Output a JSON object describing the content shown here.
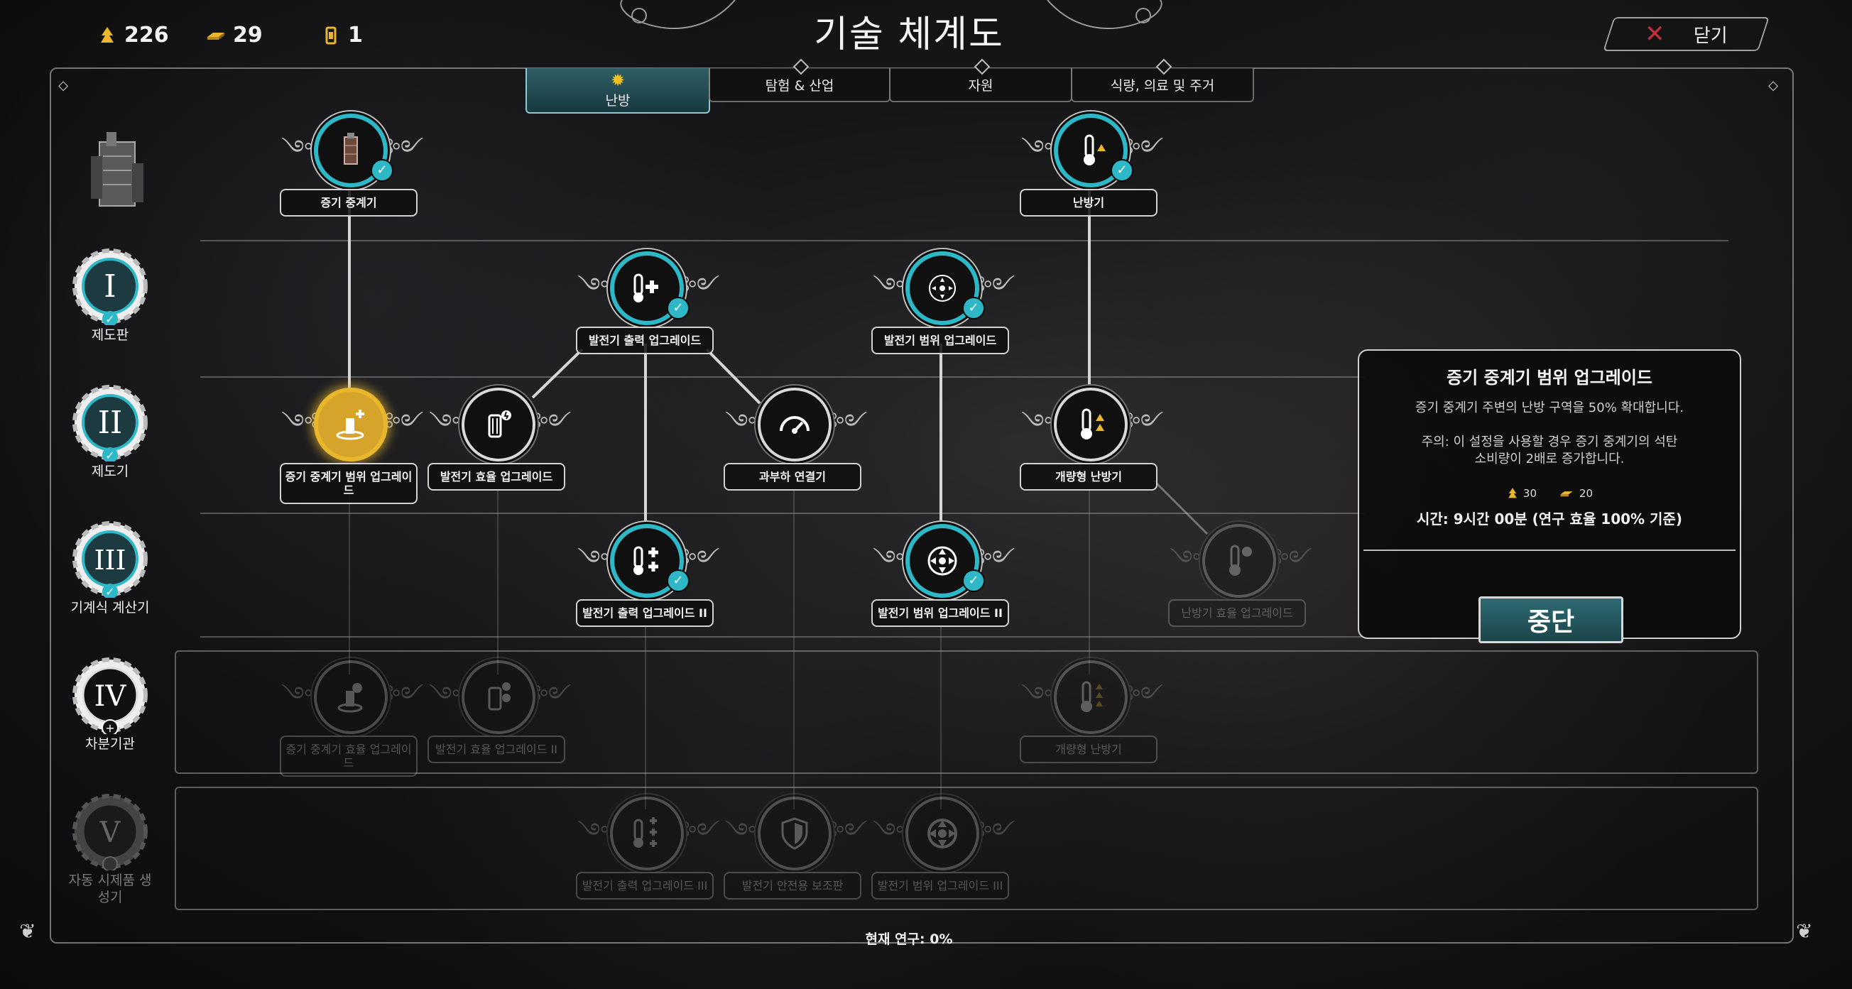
{
  "resources": [
    {
      "icon": "wood-icon",
      "value": "226"
    },
    {
      "icon": "steel-icon",
      "value": "29"
    },
    {
      "icon": "steam-core-icon",
      "value": "1"
    }
  ],
  "title": "기술 체계도",
  "close_label": "닫기",
  "tabs": [
    "난방",
    "탐험 & 산업",
    "자원",
    "식량, 의료 및 주거"
  ],
  "tiers": [
    {
      "numeral": "I",
      "label": "제도판"
    },
    {
      "numeral": "II",
      "label": "제도기"
    },
    {
      "numeral": "III",
      "label": "기계식 계산기"
    },
    {
      "numeral": "IV",
      "label": "차분기관"
    },
    {
      "numeral": "V",
      "label": "자동 시제품 생성기"
    }
  ],
  "nodes": {
    "steam_hub": "증기 중계기",
    "heater": "난방기",
    "gen_power": "발전기 출력 업그레이드",
    "gen_range": "발전기 범위 업그레이드",
    "hub_range": "증기 중계기 범위 업그레이드",
    "gen_eff": "발전기 효율 업그레이드",
    "overdrive": "과부하 연결기",
    "improved_heater": "개량형 난방기",
    "gen_power2": "발전기 출력 업그레이드 II",
    "gen_range2": "발전기 범위 업그레이드 II",
    "heater_eff": "난방기 효율 업그레이드",
    "hub_eff": "증기 중계기 효율 업그레이드",
    "gen_eff2": "발전기 효율 업그레이드 II",
    "improved_heater2": "개량형 난방기",
    "gen_power3": "발전기 출력 업그레이드 III",
    "gen_safety": "발전기 안전용 보조판",
    "gen_range3": "발전기 범위 업그레이드 III"
  },
  "info": {
    "title": "증기 중계기 범위 업그레이드",
    "desc1": "증기 중계기 주변의 난방 구역을 50% 확대합니다.",
    "desc2": "주의: 이 설정을 사용할 경우 증기 중계기의 석탄",
    "desc3": "소비량이 2배로 증가합니다.",
    "cost_wood": "30",
    "cost_steel": "20",
    "time": "시간: 9시간 00분 (연구 효율 100% 기준)",
    "button": "중단"
  },
  "status": "현재 연구: 0%",
  "colors": {
    "accent": "#2cb8c6",
    "gold": "#e9b62c",
    "close": "#c0303a"
  }
}
